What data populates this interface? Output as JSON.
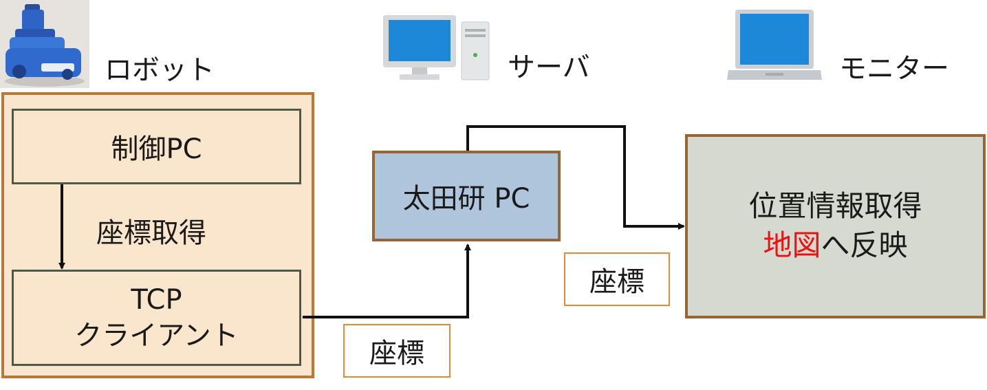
{
  "robot": {
    "label": "ロボット",
    "control_pc": "制御PC",
    "coord_acquire": "座標取得",
    "tcp_line1": "TCP",
    "tcp_line2": "クライアント"
  },
  "server": {
    "label": "サーバ",
    "pc": "太田研 PC"
  },
  "monitor": {
    "label": "モニター",
    "line1": "位置情報取得",
    "line2_red": "地図",
    "line2_rest": "へ反映"
  },
  "tags": {
    "coord_bottom": "座標",
    "coord_right": "座標"
  },
  "icons": [
    "robot-photo",
    "desktop-pc-icon",
    "laptop-icon"
  ],
  "colors": {
    "robot_fill": "#fae5cd",
    "robot_border": "#b97934",
    "server_fill": "#aec5dc",
    "monitor_fill": "#d6d9d0",
    "highlight": "#ee1111",
    "tag_border": "#e08a3a"
  }
}
